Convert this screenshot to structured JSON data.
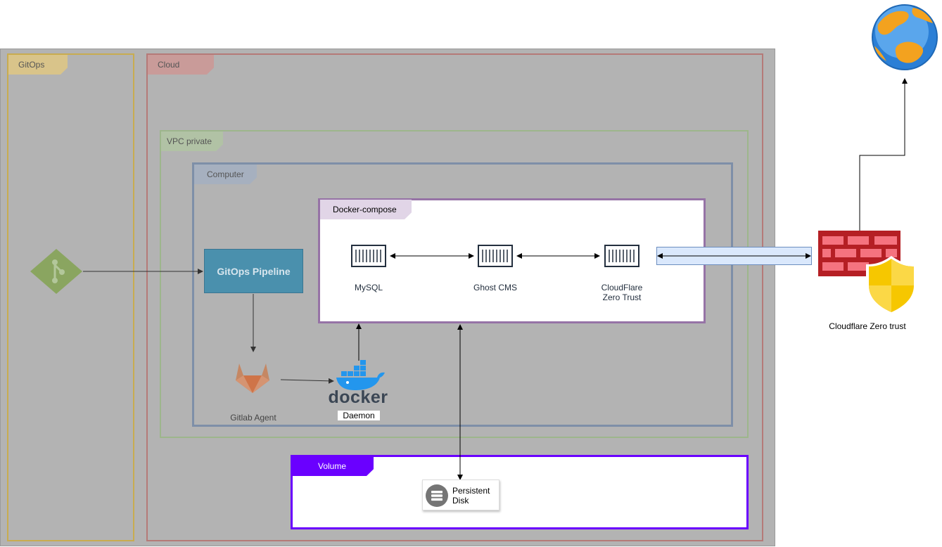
{
  "groups": {
    "gitops": "GitOps",
    "cloud": "Cloud",
    "vpc": "VPC private",
    "computer": "Computer",
    "compose": "Docker-compose",
    "volume": "Volume"
  },
  "nodes": {
    "pipeline": "GitOps Pipeline",
    "gitlab_agent": "Gitlab Agent",
    "docker_word": "docker",
    "docker_daemon": "Daemon",
    "mysql": "MySQL",
    "ghost": "Ghost CMS",
    "cf_container_line1": "CloudFlare",
    "cf_container_line2": "Zero Trust",
    "disk_line1": "Persistent",
    "disk_line2": "Disk",
    "cf_zero_trust": "Cloudflare Zero trust"
  },
  "colors": {
    "gitops_border": "#d6b656",
    "cloud_border": "#b85450",
    "vpc_border": "#82b366",
    "computer_border": "#6c8ebf",
    "compose_border": "#9673a6",
    "volume_border": "#6a00ff",
    "pipeline_fill": "#4a9cc0",
    "tunnel_fill": "#dae8fc"
  },
  "icons": [
    "git-icon",
    "gitlab-icon",
    "docker-icon",
    "container-icon",
    "disk-icon",
    "firewall-icon",
    "shield-icon",
    "globe-icon"
  ]
}
